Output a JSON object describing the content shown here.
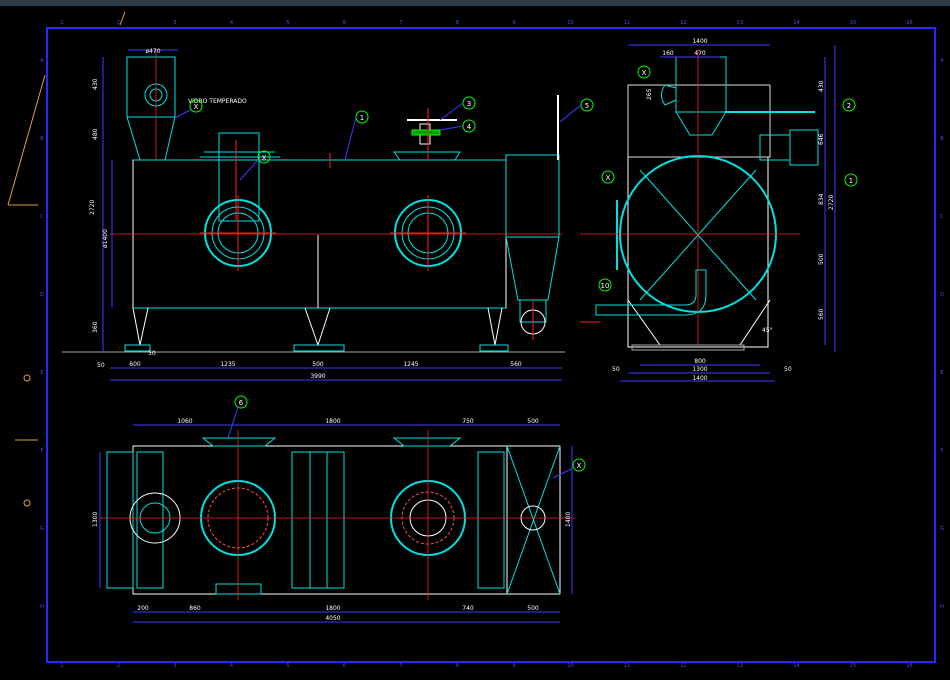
{
  "colors": {
    "background": "#000000",
    "frame": "#2828ff",
    "outline": "#ffffff",
    "cyan": "#00e0e0",
    "centerline": "#ff2020",
    "dimension": "#3c3cff",
    "tag": "#00ff00",
    "leader": "#e0a040"
  },
  "title_block": {
    "row_labels": [
      "A",
      "B",
      "C",
      "D",
      "E",
      "F",
      "G",
      "H"
    ],
    "col_labels": [
      "1",
      "2",
      "3",
      "4",
      "5",
      "6",
      "7",
      "8",
      "9",
      "10",
      "11",
      "12",
      "13",
      "14",
      "15",
      "16"
    ]
  },
  "front_view": {
    "note": "VIDRO TEMPERADO",
    "dims": {
      "top_flange": "ø470",
      "h1": "430",
      "h2": "480",
      "h_total": "2720",
      "diameter": "ø1400",
      "h_leg": "360",
      "base_50": "50",
      "plinth_50": "50",
      "d1": "600",
      "d2": "1235",
      "d3": "500",
      "d4": "1245",
      "d5": "560",
      "total": "3990"
    },
    "tags": [
      "X",
      "1",
      "3",
      "4",
      "5",
      "X"
    ]
  },
  "side_view": {
    "dims": {
      "top_1400": "1400",
      "d160": "160",
      "d470": "470",
      "r265": "265",
      "r430": "430",
      "r646": "646",
      "r834": "834",
      "r2720": "2720",
      "r500": "500",
      "r560": "560",
      "b800": "800",
      "b1300": "1300",
      "b1400": "1400",
      "b50l": "50",
      "b50r": "50",
      "angle": "45°"
    },
    "tags": [
      "X",
      "2",
      "X",
      "1",
      "10"
    ]
  },
  "top_view": {
    "dims": {
      "t1060": "1060",
      "t1800": "1800",
      "t750": "750",
      "t500": "500",
      "b200": "200",
      "b860": "860",
      "b1800": "1800",
      "b740": "740",
      "b500": "500",
      "total": "4050",
      "h1300": "1300",
      "h1400": "1400"
    },
    "tags": [
      "6",
      "X"
    ]
  }
}
